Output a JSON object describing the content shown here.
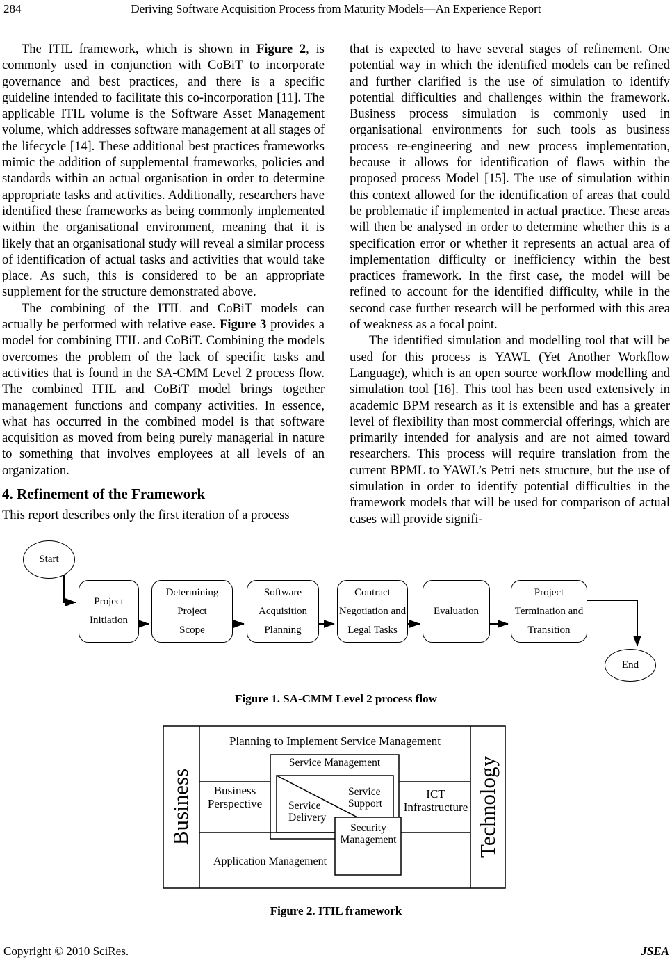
{
  "page": {
    "number": "284",
    "running_title": "Deriving Software Acquisition Process from Maturity Models—An Experience Report",
    "footer_left": "Copyright © 2010 SciRes.",
    "footer_right": "JSEA"
  },
  "article": {
    "left": {
      "p1": [
        {
          "t": "The ITIL framework, which is shown in "
        },
        {
          "t": "Figure 2",
          "b": true
        },
        {
          "t": ", is commonly used in conjunction with CoBiT to incorporate governance and best practices, and there is a specific guideline intended to facilitate this co-incorporation [11]. The applicable ITIL volume is the Software Asset Management volume, which addresses software management at all stages of the lifecycle [14]. These additional best practices frameworks mimic the addition of supplemental frameworks, policies and standards within an actual organisation in order to determine appropriate tasks and activities. Additionally, researchers have identified these frameworks as being commonly implemented within the organisational environment, meaning that it is likely that an organisational study will reveal a similar process of identification of actual tasks and activities that would take place. As such, this is considered to be an appropriate supplement for the structure demonstrated above."
        }
      ],
      "p2": [
        {
          "t": "The combining of the ITIL and CoBiT models can actually be performed with relative ease. "
        },
        {
          "t": "Figure 3",
          "b": true
        },
        {
          "t": " provides a model for combining ITIL and CoBiT. Combining the models overcomes the problem of the lack of specific tasks and activities that is found in the SA-CMM Level 2 process flow. The combined ITIL and CoBiT model brings together management functions and company activities. In essence, what has occurred in the combined model is that software acquisition as moved from being purely managerial in nature to something that involves employees at all levels of an organization."
        }
      ],
      "heading": "4. Refinement of the Framework",
      "p3": [
        {
          "t": "This report describes only the first iteration of a process"
        }
      ]
    },
    "right": {
      "p1": [
        {
          "t": "that is expected to have several stages of refinement. One potential way in which the identified models can be refined and further clarified is the use of simulation to identify potential difficulties and challenges within the framework. Business process simulation is commonly used in organisational environments for such tools as business process re-engineering and new process implementation, because it allows for identification of flaws within the proposed process Model [15]. The use of simulation within this context allowed for the identification of areas that could be problematic if implemented in actual practice. These areas will then be analysed in order to determine whether this is a specification error or whether it represents an actual area of implementation difficulty or inefficiency within the best practices framework. In the first case, the model will be refined to account for the identified difficulty, while in the second case further research will be performed with this area of weakness as a focal point."
        }
      ],
      "p2": [
        {
          "t": "The identified simulation and modelling tool that will be used for this process is YAWL (Yet Another Workflow Language), which is an open source workflow modelling and simulation tool [16]. This tool has been used extensively in academic BPM research as it is extensible and has a greater level of flexibility than most commercial offerings, which are primarily intended for analysis and are not aimed toward researchers. This process will require translation from the current BPML to YAWL’s Petri nets structure, but the use of simulation in order to identify potential difficulties in the framework models that will be used for comparison of actual cases will provide signifi-"
        }
      ]
    }
  },
  "figure1": {
    "caption": "Figure 1. SA-CMM Level 2 process flow",
    "start": "Start",
    "end": "End",
    "boxes": [
      "Project\nInitiation",
      "Determining\nProject\nScope",
      "Software\nAcquisition\nPlanning",
      "Contract\nNegotiation and\nLegal Tasks",
      "Evaluation",
      "Project\nTermination and\nTransition"
    ]
  },
  "figure2": {
    "caption": "Figure 2. ITIL framework",
    "business": "Business",
    "technology": "Technology",
    "planning": "Planning to Implement Service Management",
    "service_management": "Service Management",
    "business_perspective": "Business\nPerspective",
    "service_delivery": "Service\nDelivery",
    "service_support": "Service\nSupport",
    "ict_infrastructure": "ICT\nInfrastructure",
    "security_management": "Security\nManagement",
    "application_management": "Application Management"
  }
}
